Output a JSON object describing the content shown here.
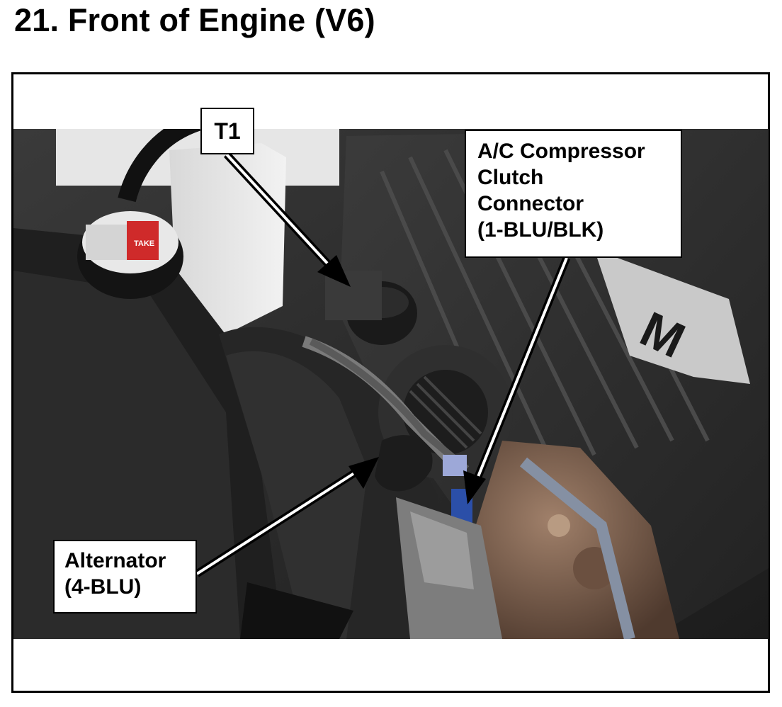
{
  "title": "21.  Front of Engine (V6)",
  "callouts": {
    "t1": "T1",
    "ac_compressor": [
      "A/C Compressor",
      "Clutch",
      "Connector",
      "(1-BLU/BLK)"
    ],
    "alternator": [
      "Alternator",
      "(4-BLU)"
    ]
  },
  "photo": {
    "radiator_cap_text": "TAKE",
    "engine_cover_text": "M"
  }
}
